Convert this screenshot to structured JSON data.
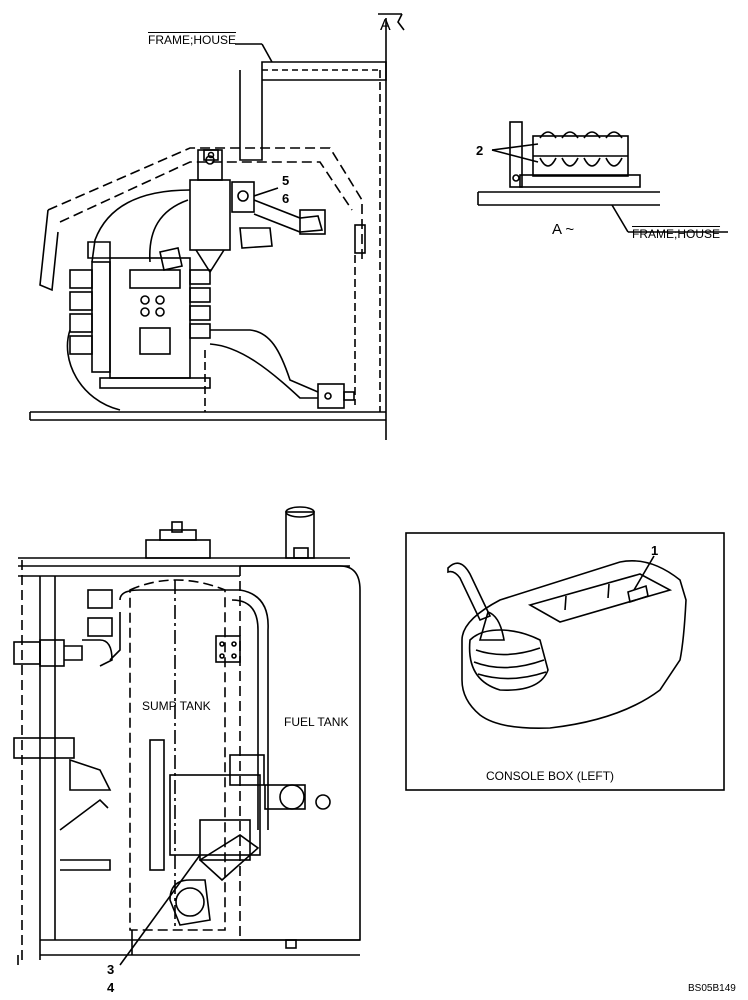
{
  "labels": {
    "frame_house_top": "FRAME;HOUSE",
    "view_marker_top": "A",
    "frame_house_right": "FRAME;HOUSE",
    "view_a": "A ~",
    "sump_tank": "SUMP TANK",
    "fuel_tank": "FUEL TANK",
    "console_box": "CONSOLE BOX (LEFT)",
    "ref_code": "BS05B149"
  },
  "callouts": {
    "c1": "1",
    "c2": "2",
    "c3": "3",
    "c4": "4",
    "c5": "5",
    "c6": "6"
  }
}
